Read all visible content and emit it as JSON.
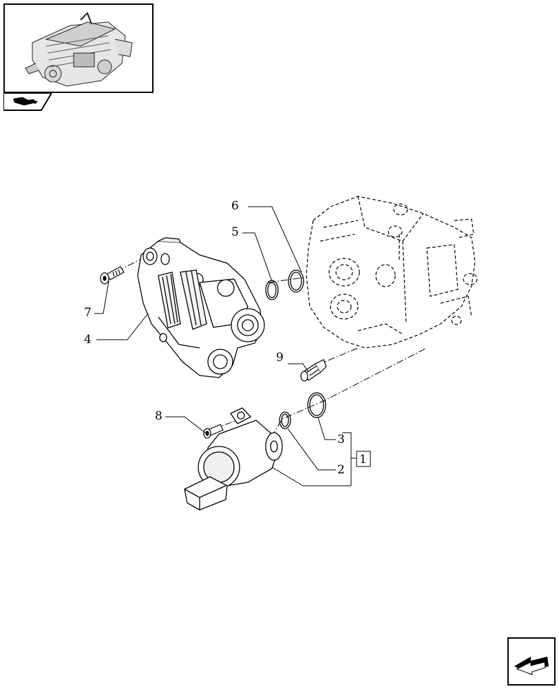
{
  "callouts": {
    "c1": "1",
    "c2": "2",
    "c3": "3",
    "c4": "4",
    "c5": "5",
    "c6": "6",
    "c7": "7",
    "c8": "8",
    "c9": "9"
  },
  "icons": {
    "thumbnail": "engine-thumbnail-icon",
    "tab": "book-tab-icon",
    "nav": "next-page-arrow-icon"
  }
}
